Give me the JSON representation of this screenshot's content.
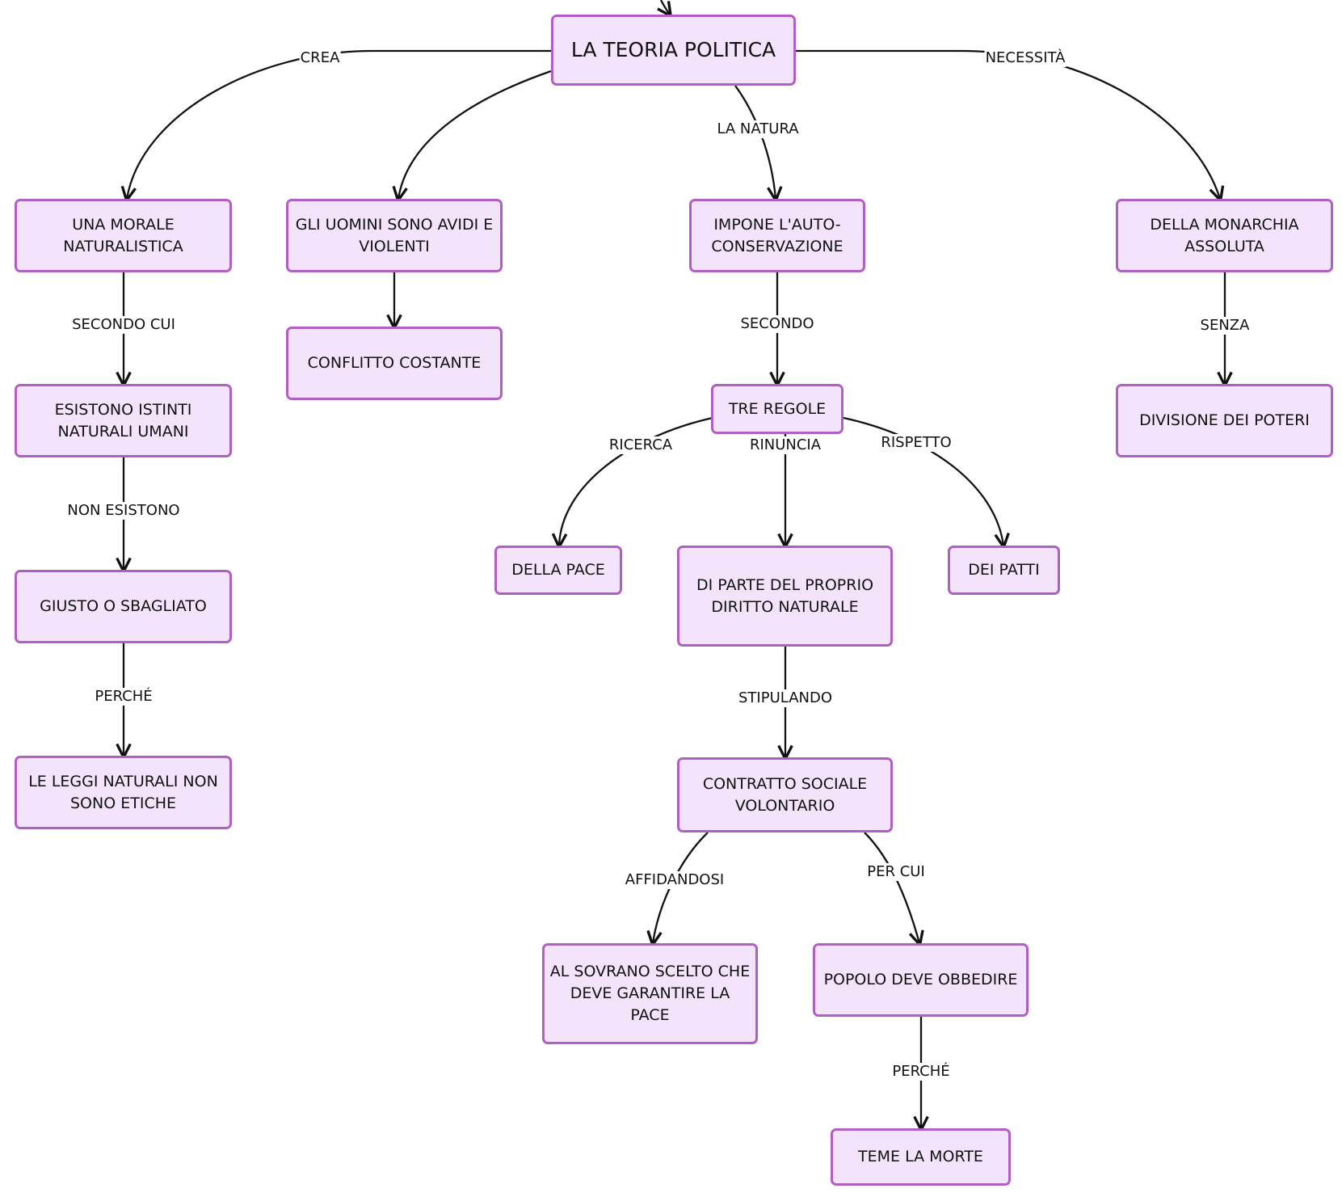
{
  "colors": {
    "node_fill": "#f3e4fb",
    "node_border": "#b05fc4",
    "edge": "#111111",
    "text": "#111111"
  },
  "nodes": {
    "root": "LA TEORIA POLITICA",
    "morale": "UNA MORALE NATURALISTICA",
    "avidi": "GLI UOMINI SONO AVIDI E VIOLENTI",
    "auto": "IMPONE L'AUTO-CONSERVAZIONE",
    "monarchia": "DELLA MONARCHIA ASSOLUTA",
    "istinti": "ESISTONO ISTINTI NATURALI UMANI",
    "conflitto": "CONFLITTO COSTANTE",
    "regole": "TRE REGOLE",
    "divisione": "DIVISIONE DEI POTERI",
    "giusto": "GIUSTO O SBAGLIATO",
    "pace": "DELLA PACE",
    "diritto": "DI PARTE DEL PROPRIO DIRITTO NATURALE",
    "patti": "DEI PATTI",
    "leggi": "LE LEGGI NATURALI NON SONO ETICHE",
    "contratto": "CONTRATTO SOCIALE VOLONTARIO",
    "sovrano": "AL SOVRANO SCELTO CHE DEVE GARANTIRE LA PACE",
    "popolo": "POPOLO DEVE OBBEDIRE",
    "morte": "TEME LA MORTE"
  },
  "edge_labels": {
    "crea": "CREA",
    "la_natura": "LA NATURA",
    "necessita": "NECESSITÀ",
    "secondo_cui": "SECONDO CUI",
    "secondo": "SECONDO",
    "senza": "SENZA",
    "non_esistono": "NON ESISTONO",
    "ricerca": "RICERCA",
    "rinuncia": "RINUNCIA",
    "rispetto": "RISPETTO",
    "perche_1": "PERCHÉ",
    "stipulando": "STIPULANDO",
    "affidandosi": "AFFIDANDOSI",
    "per_cui": "PER CUI",
    "perche_2": "PERCHÉ"
  }
}
